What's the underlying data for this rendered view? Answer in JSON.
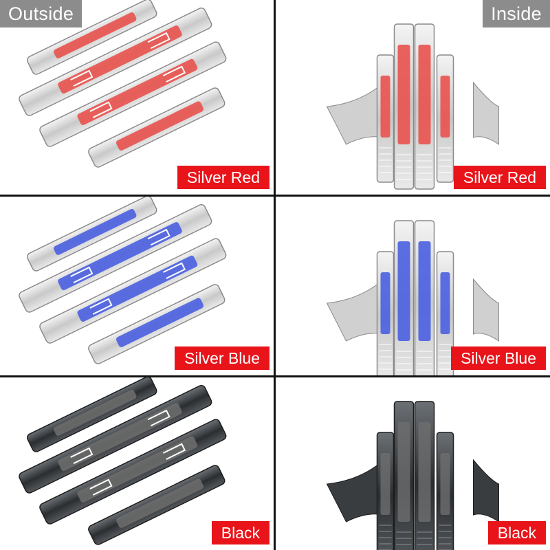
{
  "headers": {
    "outside": "Outside",
    "inside": "Inside"
  },
  "variants": [
    {
      "label": "Silver Red",
      "accent": "#e8524e"
    },
    {
      "label": "Silver Blue",
      "accent": "#4a5fe0"
    },
    {
      "label": "Black",
      "accent": "#6e6e6e"
    }
  ],
  "colors": {
    "tag_background": "#e8141a",
    "header_background": "#8c8c8c",
    "divider": "#111111"
  }
}
